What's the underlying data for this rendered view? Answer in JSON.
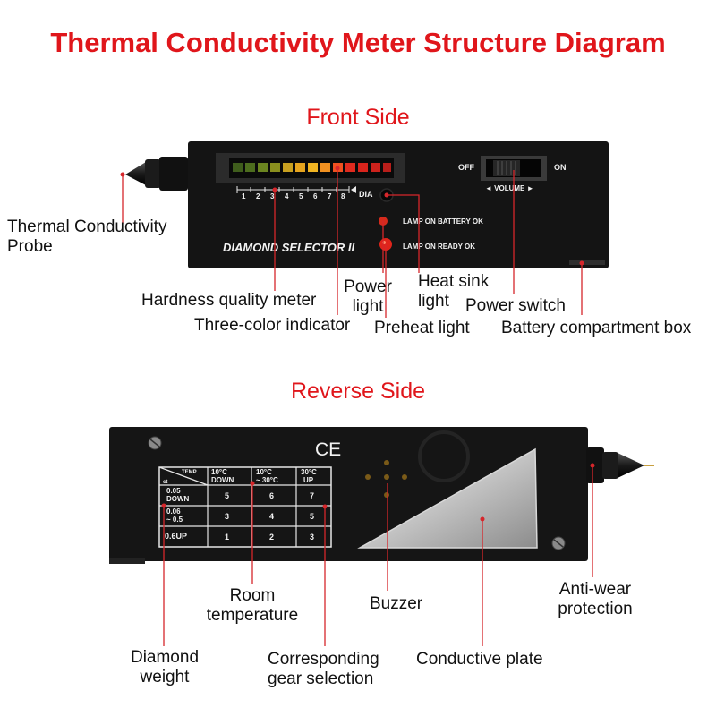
{
  "title": "Thermal Conductivity Meter Structure Diagram",
  "front": {
    "section_title": "Front Side",
    "device": {
      "scale_numbers": [
        "1",
        "2",
        "3",
        "4",
        "5",
        "6",
        "7",
        "8"
      ],
      "scale_end": "DIA",
      "off": "OFF",
      "on": "ON",
      "volume": "◄ VOLUME ►",
      "lamp_battery": "LAMP ON BATTERY OK",
      "lamp_ready": "LAMP ON READY OK",
      "brand": "DIAMOND SELECTOR II"
    },
    "labels": {
      "probe_line1": "Thermal Conductivity",
      "probe_line2": "Probe",
      "hardness": "Hardness quality meter",
      "three_color": "Three-color indicator",
      "power_light_line1": "Power",
      "power_light_line2": "light",
      "heat_sink_line1": "Heat sink",
      "heat_sink_line2": "light",
      "preheat": "Preheat light",
      "power_switch": "Power switch",
      "battery_box": "Battery compartment box"
    }
  },
  "reverse": {
    "section_title": "Reverse Side",
    "device": {
      "ce": "CE",
      "table": {
        "corner_top": "TEMP",
        "corner_bottom": "ct",
        "columns": [
          {
            "line1": "10°C",
            "line2": "DOWN"
          },
          {
            "line1": "10°C",
            "line2": "~ 30°C"
          },
          {
            "line1": "30°C",
            "line2": "UP"
          }
        ],
        "rows": [
          {
            "line1": "0.05",
            "line2": "DOWN",
            "cells": [
              "5",
              "6",
              "7"
            ]
          },
          {
            "line1": "0.06",
            "line2": "~ 0.5",
            "cells": [
              "3",
              "4",
              "5"
            ]
          },
          {
            "line1": "0.6UP",
            "line2": "",
            "cells": [
              "1",
              "2",
              "3"
            ]
          }
        ]
      }
    },
    "labels": {
      "room_temp_line1": "Room",
      "room_temp_line2": "temperature",
      "buzzer": "Buzzer",
      "anti_wear_line1": "Anti-wear",
      "anti_wear_line2": "protection",
      "diamond_weight_line1": "Diamond",
      "diamond_weight_line2": "weight",
      "gear_line1": "Corresponding",
      "gear_line2": "gear selection",
      "conductive_plate": "Conductive plate"
    }
  },
  "colors": {
    "title_red": "#e0161b",
    "device_body": "#141414",
    "pointer_red": "#d6262b"
  }
}
